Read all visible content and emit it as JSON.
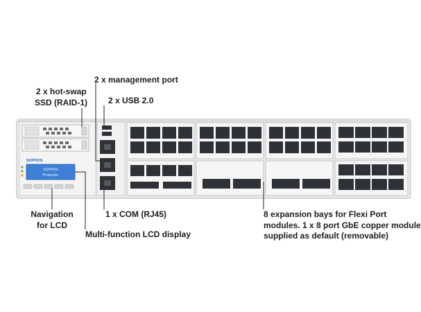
{
  "callouts": {
    "mgmt_port": "2 x management port",
    "ssd_line1": "2 x hot-swap",
    "ssd_line2": "SSD (RAID-1)",
    "usb": "2 x USB 2.0",
    "com": "1 x COM (RJ45)",
    "nav_line1": "Navigation",
    "nav_line2": "for LCD",
    "lcd_display": "Multi-function LCD display",
    "bays_line1": "8 expansion bays for Flexi Port",
    "bays_line2": "modules. 1 x 8 port GbE copper module",
    "bays_line3": "supplied as default (removable)"
  },
  "device": {
    "brand": "SOPHOS",
    "lcd_line1": "SOPHOS",
    "lcd_line2": "Protection"
  },
  "colors": {
    "chassis": "#ececec",
    "port": "#2e3136",
    "lcd": "#3f7fd6",
    "brand": "#2b63b8"
  }
}
